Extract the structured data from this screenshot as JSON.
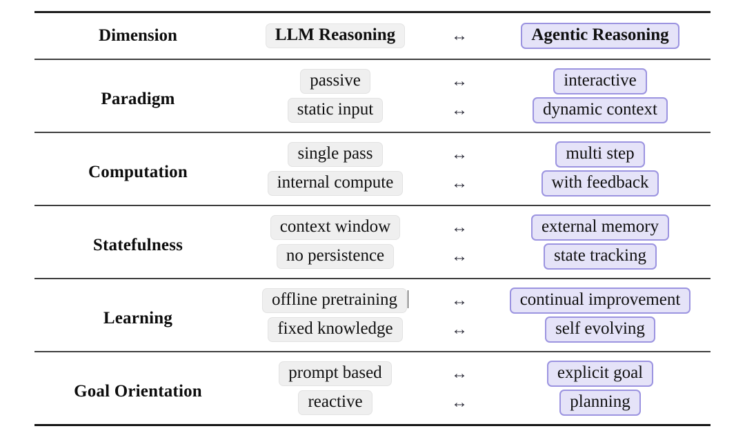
{
  "table": {
    "arrow_glyph": "↔",
    "colors": {
      "purple_border": "#9b93e0",
      "purple_fill": "#e5e3f8",
      "gray_fill": "#efefef",
      "gray_border": "#e2e2e2",
      "rule": "#1a1a1a",
      "text": "#0f0f0f"
    },
    "header": {
      "dimension_label": "Dimension",
      "llm_label": "LLM Reasoning",
      "agentic_label": "Agentic Reasoning"
    },
    "rows": [
      {
        "dimension": "Paradigm",
        "pairs": [
          {
            "llm": "passive",
            "agentic": "interactive"
          },
          {
            "llm": "static input",
            "agentic": "dynamic context"
          }
        ]
      },
      {
        "dimension": "Computation",
        "pairs": [
          {
            "llm": "single pass",
            "agentic": "multi step"
          },
          {
            "llm": "internal compute",
            "agentic": "with feedback"
          }
        ]
      },
      {
        "dimension": "Statefulness",
        "pairs": [
          {
            "llm": "context window",
            "agentic": "external memory"
          },
          {
            "llm": "no persistence",
            "agentic": "state tracking"
          }
        ]
      },
      {
        "dimension": "Learning",
        "pairs": [
          {
            "llm": "offline pretraining",
            "agentic": "continual improvement",
            "caret_after_llm": true
          },
          {
            "llm": "fixed knowledge",
            "agentic": "self evolving"
          }
        ]
      },
      {
        "dimension": "Goal Orientation",
        "pairs": [
          {
            "llm": "prompt based",
            "agentic": "explicit goal"
          },
          {
            "llm": "reactive",
            "agentic": "planning"
          }
        ]
      }
    ]
  }
}
